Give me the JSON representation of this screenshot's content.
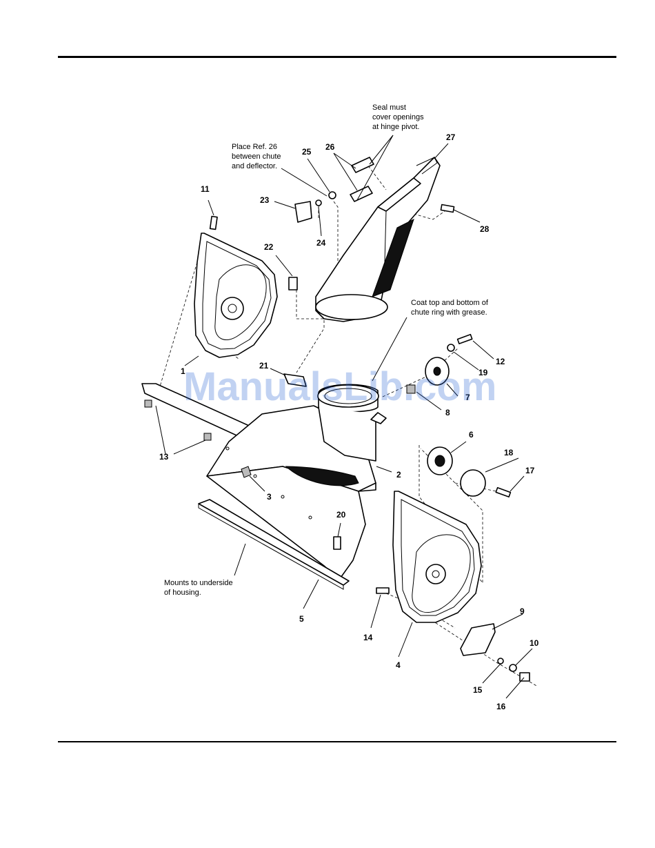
{
  "watermark": "ManualsLib.com",
  "refs": [
    {
      "id": "1",
      "label": "1"
    },
    {
      "id": "2",
      "label": "2"
    },
    {
      "id": "3",
      "label": "3"
    },
    {
      "id": "4",
      "label": "4"
    },
    {
      "id": "5",
      "label": "5"
    },
    {
      "id": "6",
      "label": "6"
    },
    {
      "id": "7",
      "label": "7"
    },
    {
      "id": "8",
      "label": "8"
    },
    {
      "id": "9",
      "label": "9"
    },
    {
      "id": "10",
      "label": "10"
    },
    {
      "id": "11",
      "label": "11"
    },
    {
      "id": "12",
      "label": "12"
    },
    {
      "id": "13",
      "label": "13"
    },
    {
      "id": "14",
      "label": "14"
    },
    {
      "id": "15",
      "label": "15"
    },
    {
      "id": "16",
      "label": "16"
    },
    {
      "id": "17",
      "label": "17"
    },
    {
      "id": "18",
      "label": "18"
    },
    {
      "id": "19",
      "label": "19"
    },
    {
      "id": "20",
      "label": "20"
    },
    {
      "id": "21",
      "label": "21"
    },
    {
      "id": "22",
      "label": "22"
    },
    {
      "id": "23",
      "label": "23"
    },
    {
      "id": "24",
      "label": "24"
    },
    {
      "id": "25",
      "label": "25"
    },
    {
      "id": "26",
      "label": "26"
    },
    {
      "id": "27",
      "label": "27"
    },
    {
      "id": "28",
      "label": "28"
    }
  ],
  "notes": {
    "seal": [
      "Seal must",
      "cover openings",
      "at hinge pivot."
    ],
    "place": [
      "Place Ref. 26",
      "between chute",
      "and deflector."
    ],
    "coat": [
      "Coat top and bottom of",
      "chute ring with grease."
    ],
    "mounts": [
      "Mounts to underside",
      "of housing."
    ]
  }
}
